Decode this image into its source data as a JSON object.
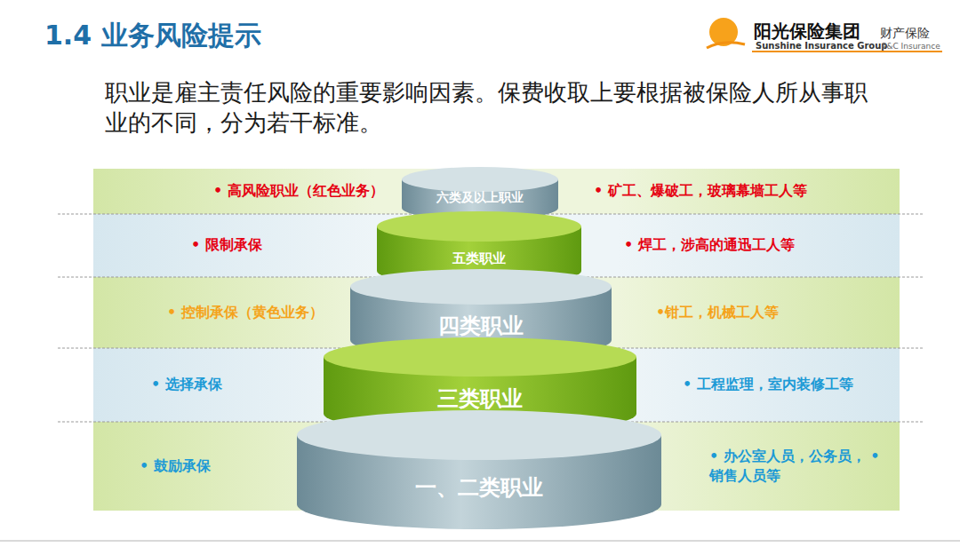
{
  "diagram": {
    "title": "1.4 业务风险提示",
    "nodes": [
      {
        "text": [
          "• 高风险职业（红色业务）",
          "• 矿工、爆破工，玻璃幕墙工人等"
        ]
      },
      {
        "text": [
          "• 限制承保",
          "• 焊工，涉高的通迅工人等"
        ]
      },
      {
        "text": [
          "• 控制承保（黄色业务）",
          "•钳工，机械工人等"
        ]
      },
      {
        "text": [
          "• 选择承保",
          "• 工程监理，室内装修工等"
        ]
      },
      {
        "text": [
          "• 鼓励承保",
          "• 办公室人员，公务员， •销售人员等"
        ]
      },
      {
        "text": [
          "六类及以上职业"
        ]
      },
      {
        "text": [
          "五类职业"
        ]
      },
      {
        "text": [
          "四类职业"
        ]
      },
      {
        "text": [
          "三类职业"
        ]
      },
      {
        "text": [
          "一、二类职业"
        ]
      }
    ],
    "labels": [
      "阳光保险集团",
      "财产保险",
      "Sunshine Insurance Group",
      "P&C Insurance",
      "职业是雇主责任风险的重要影响因素。保费收取上要根据被保险人所从事职业的不同，分为若干标准。"
    ]
  }
}
